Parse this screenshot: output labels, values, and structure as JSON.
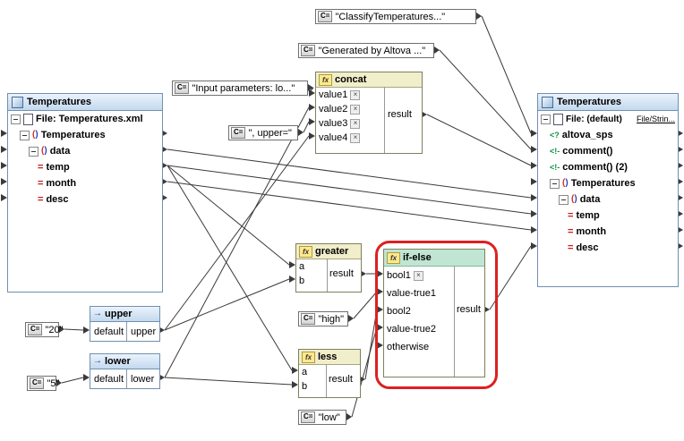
{
  "source_component": {
    "title": "Temperatures",
    "file_row": "File: Temperatures.xml",
    "items": [
      {
        "label": "Temperatures",
        "icon": "element-icon"
      },
      {
        "label": "data",
        "icon": "element-icon"
      },
      {
        "label": "temp",
        "icon": "attribute-icon"
      },
      {
        "label": "month",
        "icon": "attribute-icon"
      },
      {
        "label": "desc",
        "icon": "attribute-icon"
      }
    ]
  },
  "target_component": {
    "title": "Temperatures",
    "file_row": "File: (default)",
    "file_button": "File/Strin...",
    "items": [
      {
        "label": "altova_sps",
        "icon": "processing-instruction-icon"
      },
      {
        "label": "comment()",
        "icon": "comment-icon"
      },
      {
        "label": "comment() (2)",
        "icon": "comment-icon"
      },
      {
        "label": "Temperatures",
        "icon": "element-icon"
      },
      {
        "label": "data",
        "icon": "element-icon"
      },
      {
        "label": "temp",
        "icon": "attribute-icon"
      },
      {
        "label": "month",
        "icon": "attribute-icon"
      },
      {
        "label": "desc",
        "icon": "attribute-icon"
      }
    ]
  },
  "constants": {
    "badge": "C=",
    "classify_sps": "\"ClassifyTemperatures...\"",
    "generated_by": "\"Generated by Altova ...\"",
    "input_params": "\"Input parameters: lo...\"",
    "upper_separator": "\", upper=\"",
    "value_20": "\"20\"",
    "value_5": "\"5\"",
    "high": "\"high\"",
    "low": "\"low\""
  },
  "functions": {
    "fx_badge": "fx",
    "concat": {
      "name": "concat",
      "inputs": [
        "value1",
        "value2",
        "value3",
        "value4"
      ],
      "output": "result"
    },
    "greater": {
      "name": "greater",
      "inputs": [
        "a",
        "b"
      ],
      "output": "result"
    },
    "less": {
      "name": "less",
      "inputs": [
        "a",
        "b"
      ],
      "output": "result"
    },
    "if_else": {
      "name": "if-else",
      "inputs": [
        "bool1",
        "value-true1",
        "bool2",
        "value-true2",
        "otherwise"
      ],
      "output": "result"
    }
  },
  "inputs": {
    "upper": {
      "title": "upper",
      "param": "default",
      "name": "upper"
    },
    "lower": {
      "title": "lower",
      "param": "default",
      "name": "lower"
    }
  }
}
